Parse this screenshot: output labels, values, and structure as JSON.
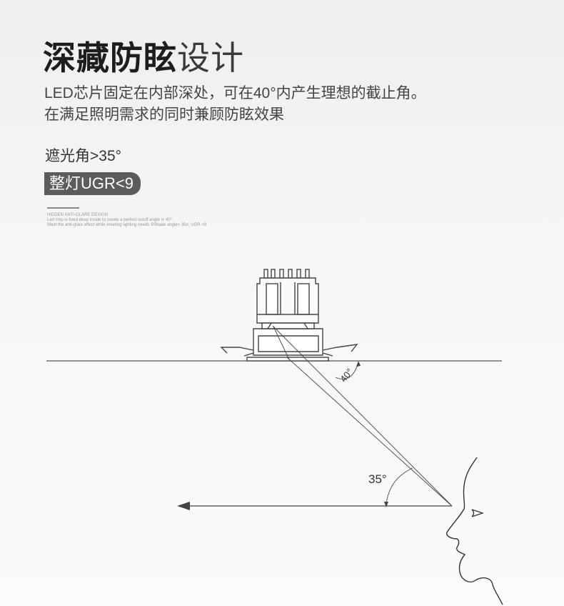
{
  "title": {
    "bold": "深藏防眩",
    "light": "设计"
  },
  "description": {
    "line1": "LED芯片固定在内部深处，可在40°内产生理想的截止角。",
    "line2": "在满足照明需求的同时兼顾防眩效果"
  },
  "shade_angle": "遮光角>35°",
  "badge": "整灯UGR<9",
  "english": {
    "line1": "HIDDEN ANTI-GLARE DESIGN",
    "line2": "Led chip is fixed deep inside to create a perfect cutoff angle in 40°.",
    "line3": "Meet the anti-glare effect while meeting lighting needs SShade angle> 35o, UGR <9"
  },
  "diagram": {
    "cutoff_angle_label": "40°",
    "eye_angle_label": "35°"
  }
}
